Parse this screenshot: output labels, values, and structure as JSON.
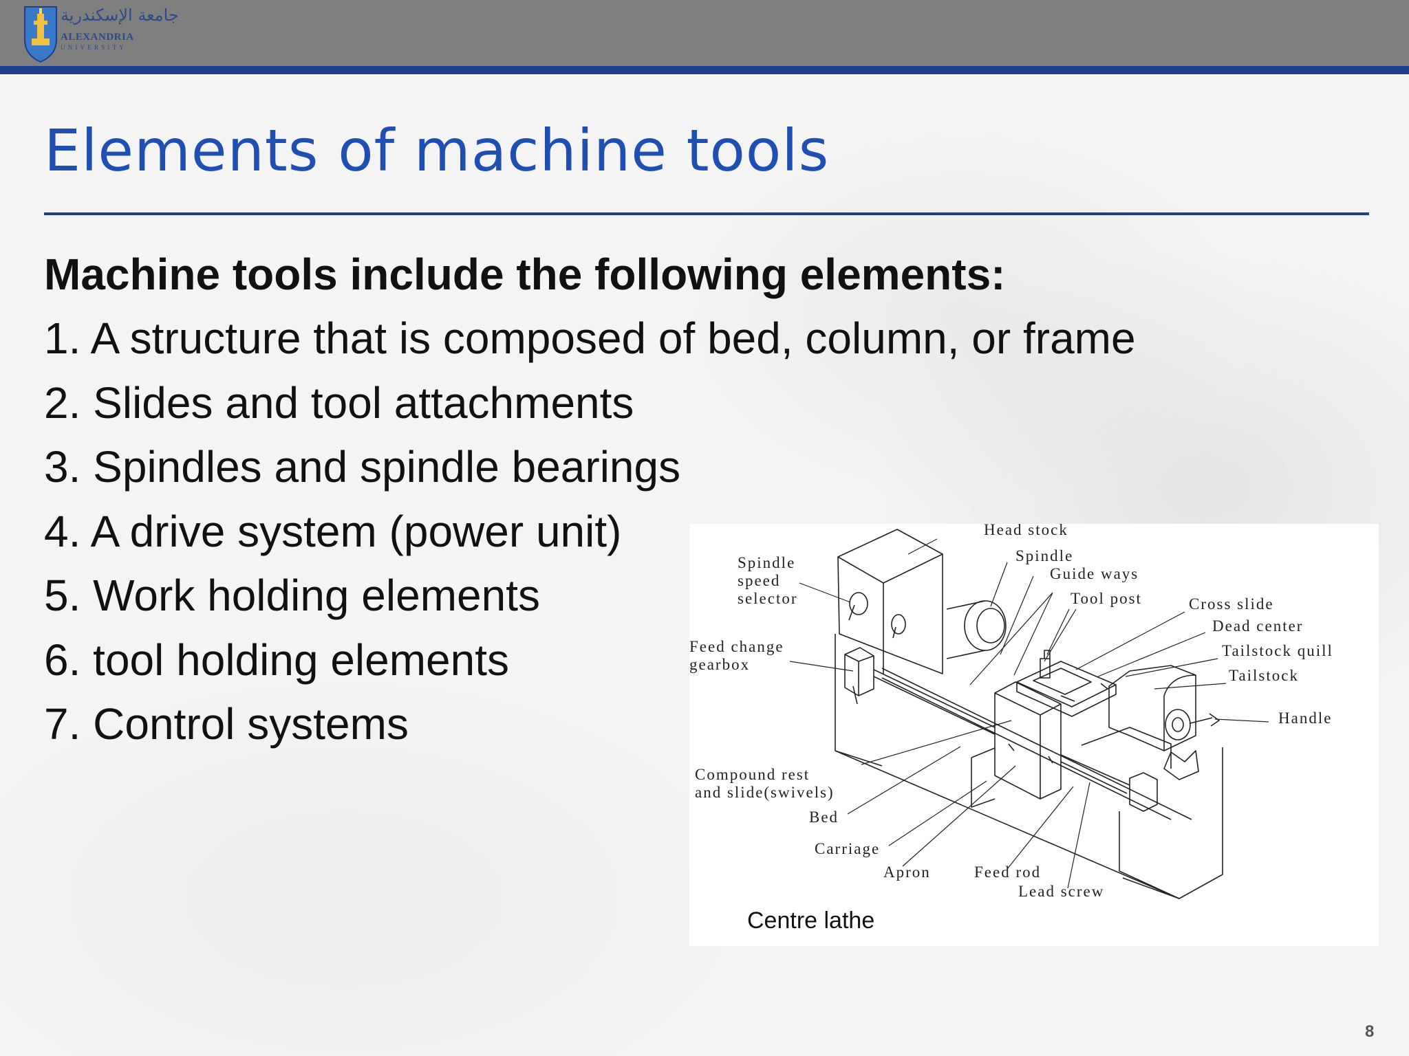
{
  "header": {
    "logo": {
      "arabic_name": "جامعة الإسكندرية",
      "name": "ALEXANDRIA",
      "subtitle": "UNIVERSITY"
    }
  },
  "slide": {
    "title": "Elements of machine tools",
    "subtitle": "Machine tools include the following elements:",
    "elements": [
      "1. A structure that is composed of bed, column, or frame",
      "2. Slides and tool attachments",
      "3. Spindles and spindle bearings",
      "4. A drive system (power unit)",
      "5. Work holding elements",
      "6. tool holding elements",
      "7. Control systems"
    ],
    "page_number": "8"
  },
  "figure": {
    "caption": "Centre lathe",
    "labels": {
      "head_stock": "Head stock",
      "spindle": "Spindle",
      "guide_ways": "Guide ways",
      "tool_post": "Tool post",
      "cross_slide": "Cross slide",
      "dead_center": "Dead center",
      "tailstock_quill": "Tailstock quill",
      "tailstock": "Tailstock",
      "handle": "Handle",
      "spindle_speed_selector_1": "Spindle",
      "spindle_speed_selector_2": "speed",
      "spindle_speed_selector_3": "selector",
      "feed_change_gearbox_1": "Feed change",
      "feed_change_gearbox_2": "gearbox",
      "compound_rest_1": "Compound rest",
      "compound_rest_2": "and slide(swivels)",
      "bed": "Bed",
      "carriage": "Carriage",
      "apron": "Apron",
      "feed_rod": "Feed rod",
      "lead_screw": "Lead screw"
    }
  },
  "colors": {
    "header_bar": "#7f7f7f",
    "accent": "#1f3e8f",
    "title": "#1f4fb3"
  }
}
